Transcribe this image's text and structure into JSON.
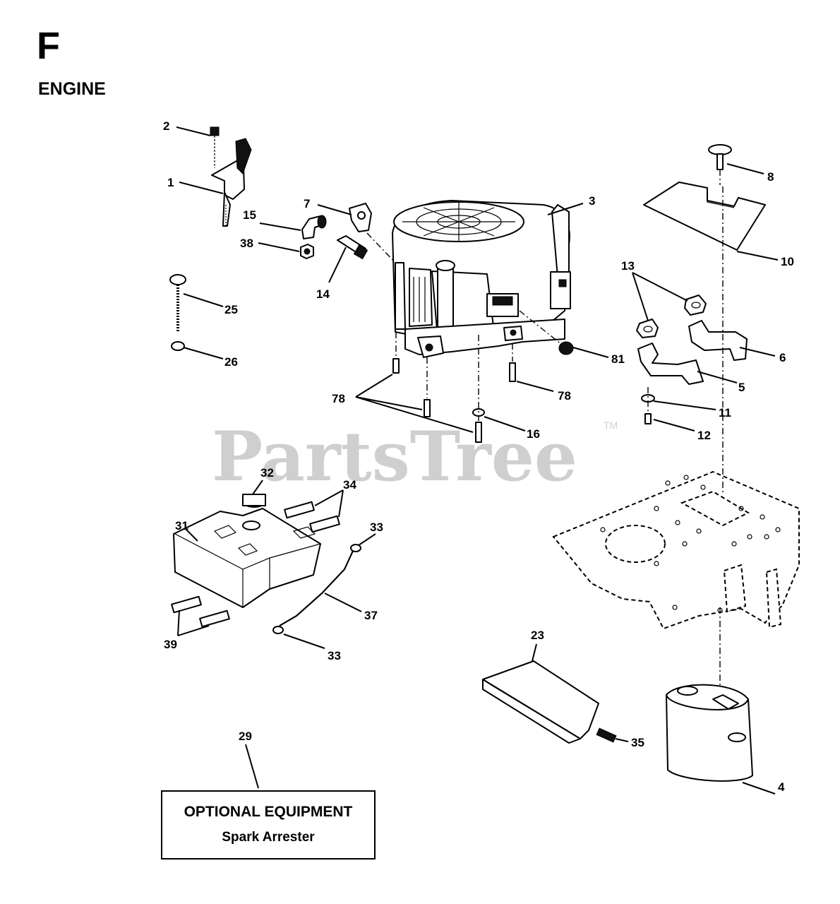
{
  "header": {
    "letter": "F",
    "title": "ENGINE"
  },
  "watermark": {
    "text": "PartsTree",
    "mark": "TM",
    "color": "#cfcfcf"
  },
  "callouts": {
    "c1": "1",
    "c2": "2",
    "c3": "3",
    "c4": "4",
    "c5": "5",
    "c6": "6",
    "c7": "7",
    "c8": "8",
    "c10": "10",
    "c11": "11",
    "c12": "12",
    "c13": "13",
    "c14": "14",
    "c15": "15",
    "c16": "16",
    "c23": "23",
    "c25": "25",
    "c26": "26",
    "c29": "29",
    "c31": "31",
    "c32": "32",
    "c33a": "33",
    "c33b": "33",
    "c34": "34",
    "c35": "35",
    "c37": "37",
    "c38": "38",
    "c39": "39",
    "c78a": "78",
    "c78b": "78",
    "c81": "81"
  },
  "optional_box": {
    "title": "OPTIONAL EQUIPMENT",
    "subtitle": "Spark Arrester"
  }
}
